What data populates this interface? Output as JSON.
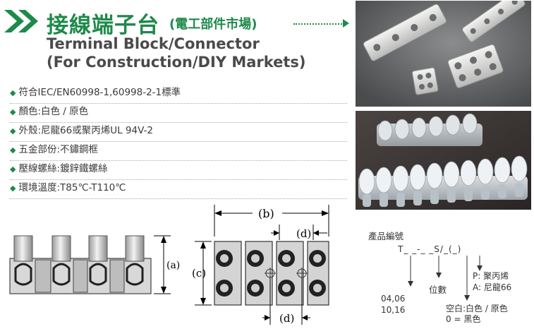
{
  "header": {
    "title_zh": "接線端子台",
    "title_zh_sub": "(電工部件市場)",
    "title_en_line1": "Terminal Block/Connector",
    "title_en_line2": "(For Construction/DIY Markets)"
  },
  "specs": [
    "符合IEC/EN60998-1,60998-2-1標準",
    "顏色:白色 / 原色",
    "外殼:尼龍66或聚丙烯UL 94V-2",
    "五金部份:不鏽鋼框",
    "壓線螺絲:鍍鋅鐵螺絲",
    "環境溫度:T85℃-T110℃"
  ],
  "dimension_labels": {
    "a": "(a)",
    "b": "(b)",
    "c": "(c)",
    "d_top": "(d)",
    "d_bottom": "(d)"
  },
  "part_number": {
    "title": "產品編號",
    "pattern": "T_ _-_ _S/_(_)",
    "sizes_line1": "04,06",
    "sizes_line2": "10,16",
    "positions_label": "位數",
    "material_p": "P:  聚丙烯",
    "material_a": "A:  尼龍66",
    "color_blank": "空白:白色 / 原色",
    "color_zero": "0 = 黑色"
  },
  "colors": {
    "accent": "#1d8a4a",
    "text": "#3a3a3a"
  }
}
